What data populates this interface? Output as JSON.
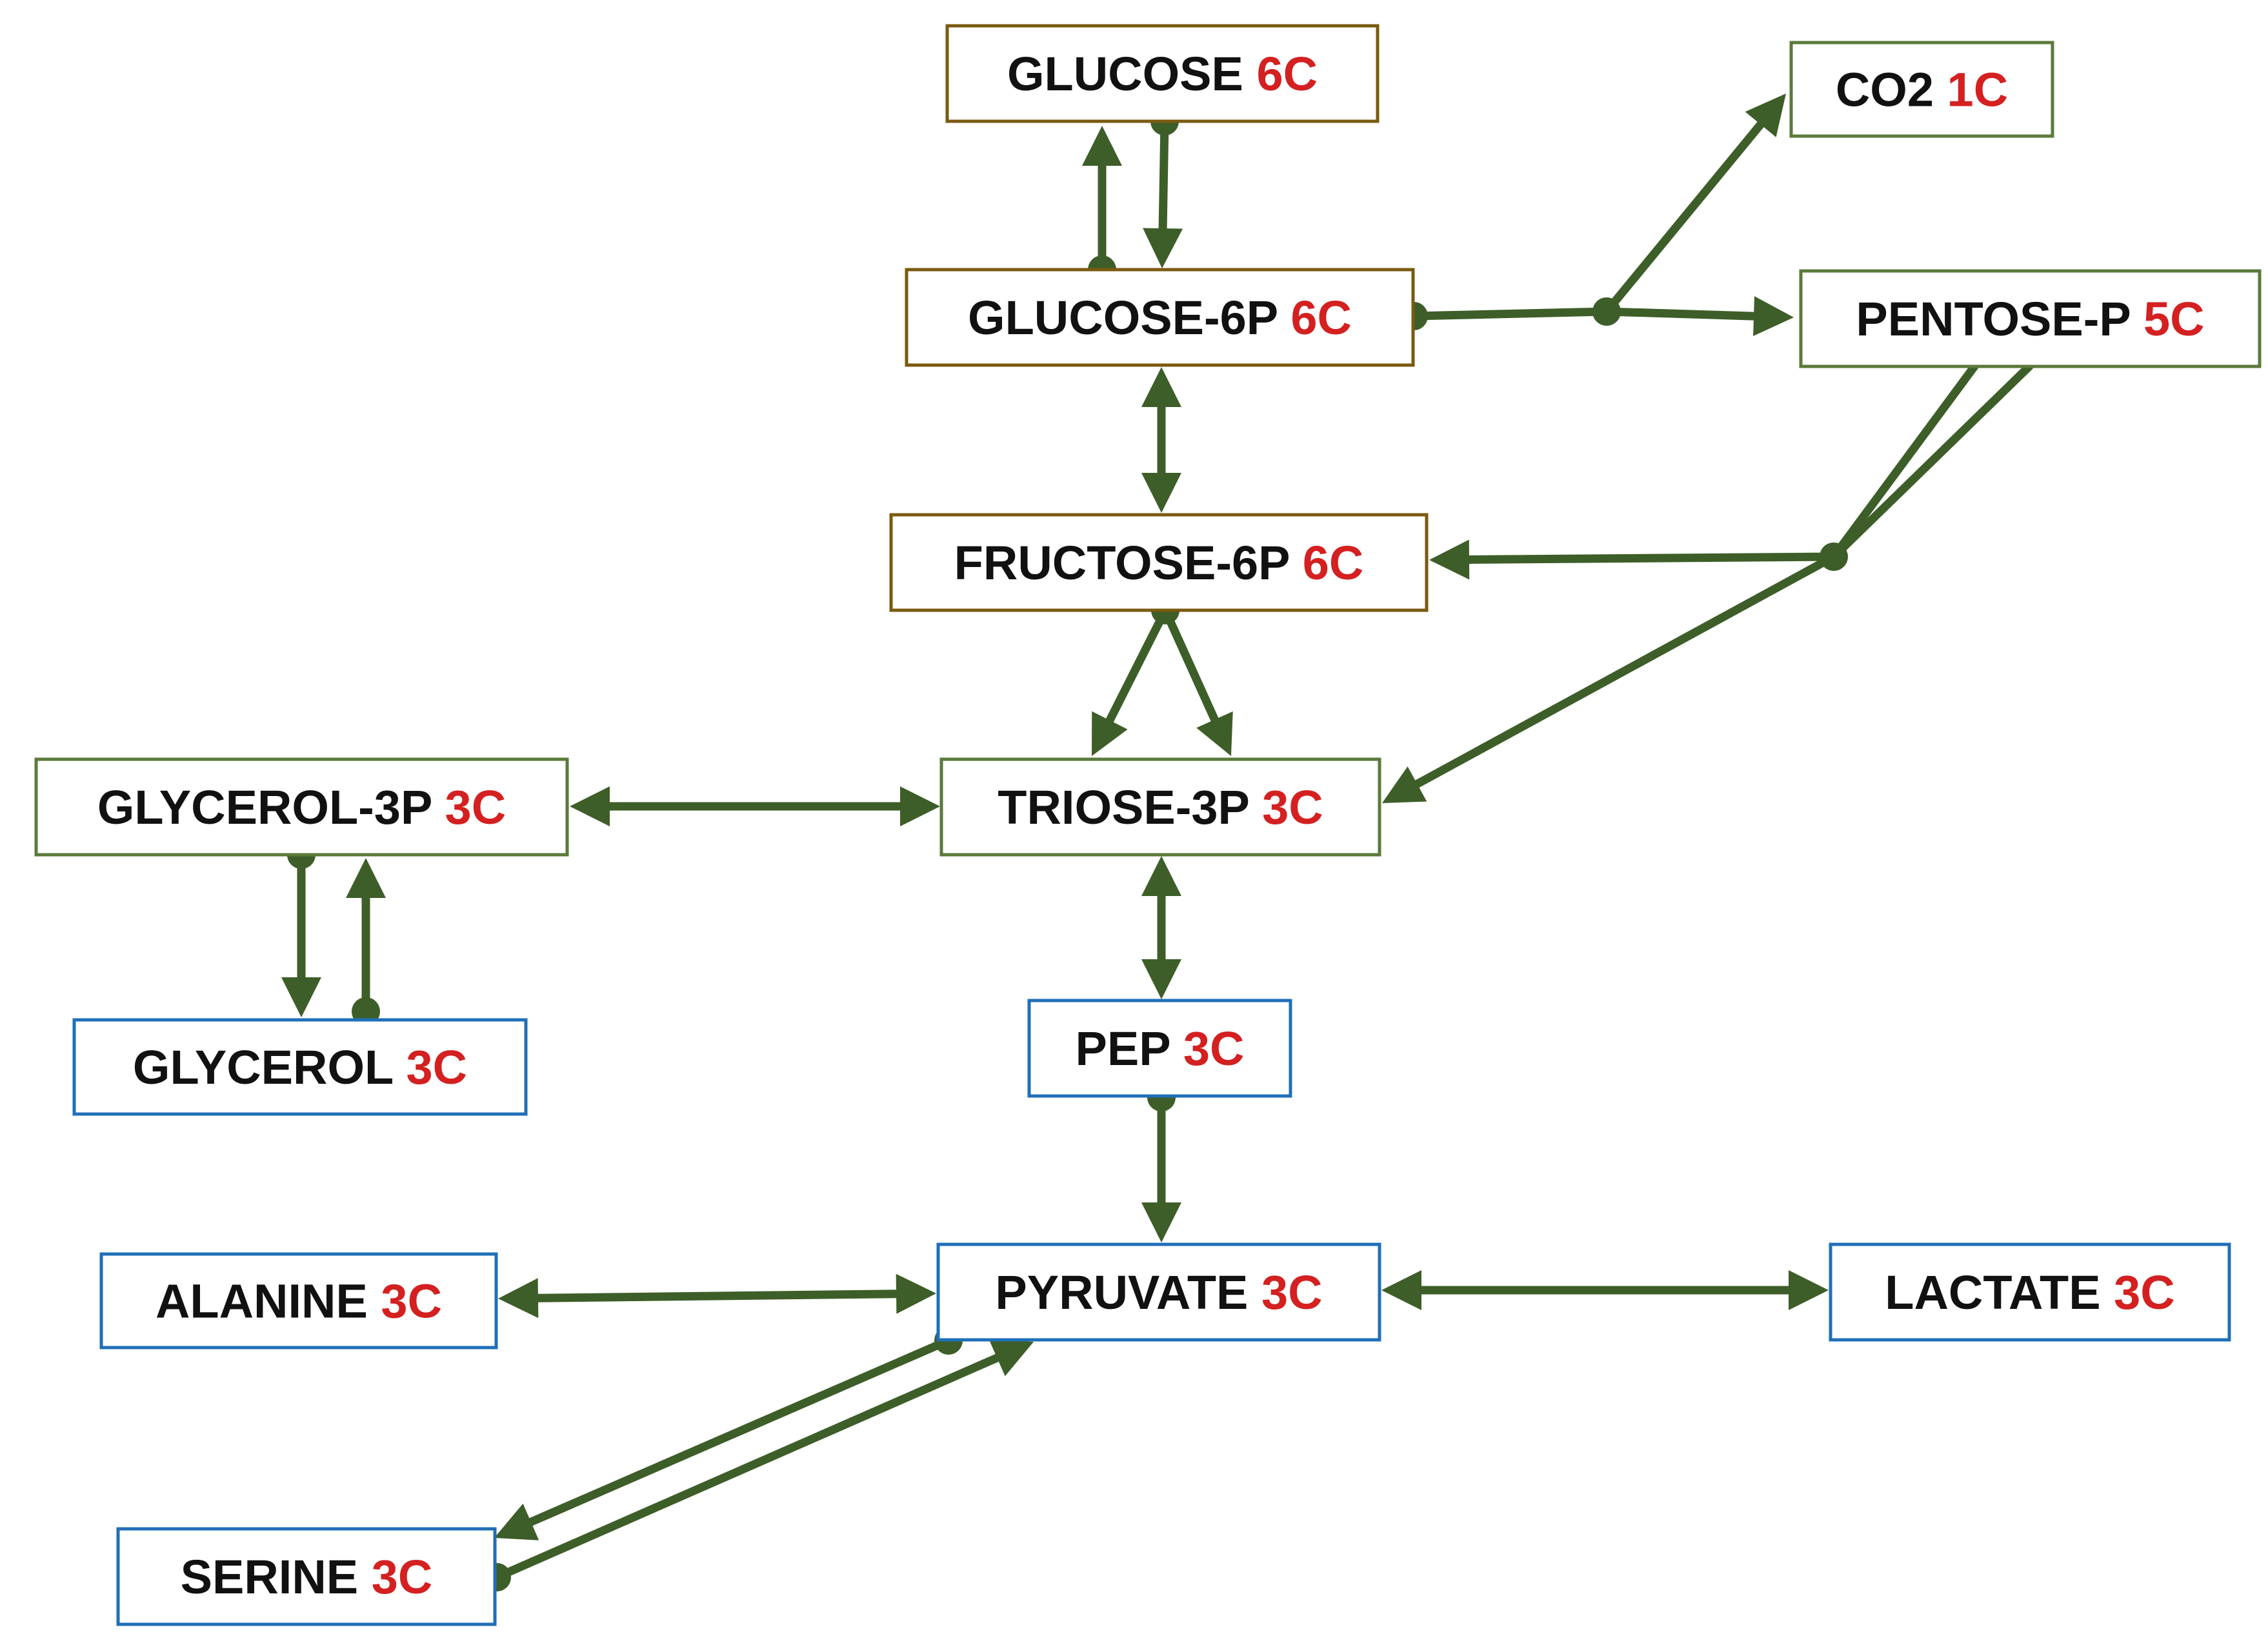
{
  "colors": {
    "arrow": "#3d5e28",
    "carbon_count": "#d42020",
    "label": "#111111",
    "border_hexose": "#7a5a10",
    "border_intermediate": "#5a7a3a",
    "border_substrate": "#1f6fb8"
  },
  "nodes": {
    "glucose": {
      "name": "GLUCOSE",
      "carbons": "6C"
    },
    "co2": {
      "name": "CO2",
      "carbons": "1C"
    },
    "glucose6p": {
      "name": "GLUCOSE-6P",
      "carbons": "6C"
    },
    "pentosep": {
      "name": "PENTOSE-P",
      "carbons": "5C"
    },
    "fructose6p": {
      "name": "FRUCTOSE-6P",
      "carbons": "6C"
    },
    "glycerol3p": {
      "name": "GLYCEROL-3P",
      "carbons": "3C"
    },
    "triose3p": {
      "name": "TRIOSE-3P",
      "carbons": "3C"
    },
    "glycerol": {
      "name": "GLYCEROL",
      "carbons": "3C"
    },
    "pep": {
      "name": "PEP",
      "carbons": "3C"
    },
    "alanine": {
      "name": "ALANINE",
      "carbons": "3C"
    },
    "pyruvate": {
      "name": "PYRUVATE",
      "carbons": "3C"
    },
    "lactate": {
      "name": "LACTATE",
      "carbons": "3C"
    },
    "serine": {
      "name": "SERINE",
      "carbons": "3C"
    }
  }
}
